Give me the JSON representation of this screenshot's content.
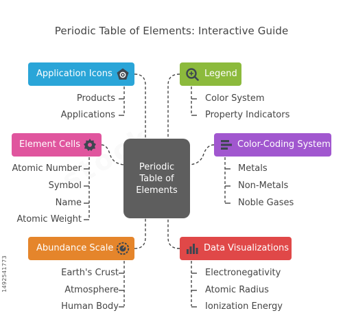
{
  "title": "Periodic Table of Elements: Interactive Guide",
  "center": {
    "label": "Periodic\nTable of\nElements",
    "color": "#5e5e5e"
  },
  "categories": {
    "application_icons": {
      "label": "Application Icons",
      "color": "#2aa5d8",
      "icon": "pentagon-gear-icon",
      "items": [
        "Products",
        "Applications"
      ]
    },
    "legend": {
      "label": "Legend",
      "color": "#8cba3c",
      "icon": "magnifier-icon",
      "items": [
        "Color System",
        "Property Indicators"
      ]
    },
    "element_cells": {
      "label": "Element Cells",
      "color": "#e0559e",
      "icon": "gear-icon",
      "items": [
        "Atomic Number",
        "Symbol",
        "Name",
        "Atomic Weight"
      ]
    },
    "color_coding": {
      "label": "Color-Coding System",
      "color": "#a157cf",
      "icon": "list-icon",
      "items": [
        "Metals",
        "Non-Metals",
        "Noble Gases"
      ]
    },
    "abundance_scale": {
      "label": "Abundance Scale",
      "color": "#e5852b",
      "icon": "gauge-icon",
      "items": [
        "Earth's Crust",
        "Atmosphere",
        "Human Body"
      ]
    },
    "data_visualizations": {
      "label": "Data Visualizations",
      "color": "#e04848",
      "icon": "bar-chart-icon",
      "items": [
        "Electronegativity",
        "Atomic Radius",
        "Ionization Energy"
      ]
    }
  },
  "side_credit": "1492541773",
  "watermark": "stock"
}
